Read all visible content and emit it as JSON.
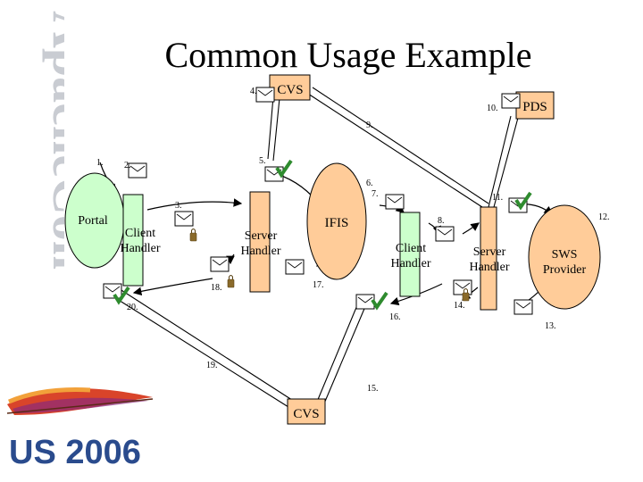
{
  "slide": {
    "title": "Common Usage Example",
    "brand_vertical": "ApacheCon",
    "year_mark": "US 2006",
    "colors": {
      "brand_blue": "#2a4b8d",
      "brand_gray": "#c9ccd2",
      "node_green": "#ccffcc",
      "node_orange": "#ffcc99",
      "check_green": "#2e8b2e",
      "lock_brown": "#8a6a2a"
    }
  },
  "nodes": {
    "cvs_top": "CVS",
    "pds": "PDS",
    "portal": "Portal",
    "client_handler_1_line1": "Client",
    "client_handler_1_line2": "Handler",
    "server_handler_1_line1": "Server",
    "server_handler_1_line2": "Handler",
    "ifis": "IFIS",
    "client_handler_2_line1": "Client",
    "client_handler_2_line2": "Handler",
    "server_handler_2_line1": "Server",
    "server_handler_2_line2": "Handler",
    "sws_line1": "SWS",
    "sws_line2": "Provider",
    "cvs_bottom": "CVS"
  },
  "step_labels": {
    "s1": "1.",
    "s2": "2.",
    "s3": "3.",
    "s4": "4.",
    "s5": "5.",
    "s6": "6.",
    "s7": "7.",
    "s8": "8.",
    "s9": "9.",
    "s10": "10.",
    "s11": "11.",
    "s12": "12.",
    "s13": "13.",
    "s14": "14.",
    "s15": "15.",
    "s16": "16.",
    "s17": "17.",
    "s18": "18.",
    "s19": "19.",
    "s20": "20."
  }
}
